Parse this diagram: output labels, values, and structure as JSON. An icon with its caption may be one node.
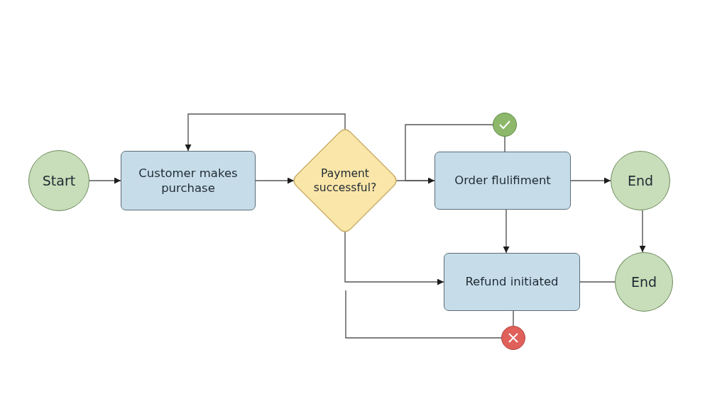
{
  "diagram": {
    "nodes": [
      {
        "text": [
          "Start"
        ]
      },
      {
        "text": [
          "Customer makes purchase"
        ]
      },
      {
        "text": [
          "Payment successful?"
        ]
      },
      {
        "text": [],
        "shape": "circle"
      },
      {
        "text": [
          "Order flulifiment"
        ]
      },
      {
        "text": [
          "End"
        ]
      },
      {
        "text": [
          "Refund initiated"
        ]
      },
      {
        "text": [
          "End"
        ]
      },
      {
        "text": [],
        "shape": "circle"
      }
    ],
    "edges": [
      {
        "from": 0,
        "to": 1,
        "arrow": "to"
      },
      {
        "from": 1,
        "to": 2,
        "arrow": "to"
      },
      {
        "from": 2,
        "to": 1,
        "arrow": "to"
      },
      {
        "from": 2,
        "to": 4,
        "arrow": "none"
      },
      {
        "from": 3,
        "to": 4,
        "arrow": "to"
      },
      {
        "from": 3,
        "to": 4,
        "arrow": "none"
      },
      {
        "from": 4,
        "to": 5,
        "arrow": "to"
      },
      {
        "from": 4,
        "to": 6,
        "arrow": "to"
      },
      {
        "from": 5,
        "to": 7,
        "arrow": "to"
      },
      {
        "from": 6,
        "to": 7,
        "arrow": "none"
      },
      {
        "from": 6,
        "to": 8,
        "arrow": "none"
      },
      {
        "from": 2,
        "to": 6,
        "arrow": "to"
      },
      {
        "from": 8,
        "to": null,
        "arrow": "none"
      }
    ]
  }
}
